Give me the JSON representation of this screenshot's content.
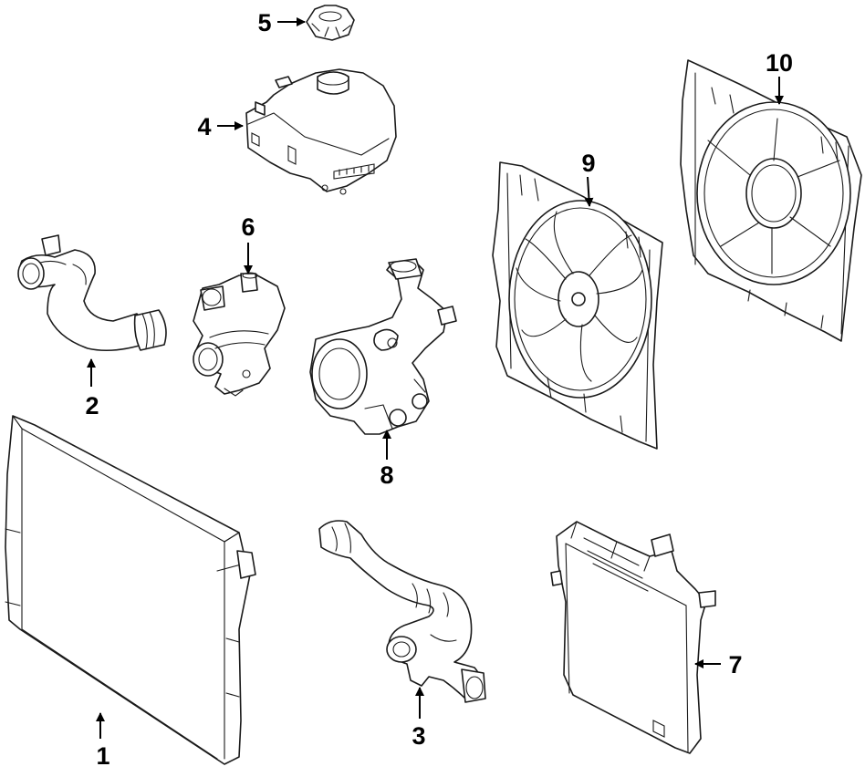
{
  "colors": {
    "line": "#1a1a1a",
    "background": "#ffffff"
  },
  "callouts": {
    "p1": "1",
    "p2": "2",
    "p3": "3",
    "p4": "4",
    "p5": "5",
    "p6": "6",
    "p7": "7",
    "p8": "8",
    "p9": "9",
    "p10": "10"
  }
}
